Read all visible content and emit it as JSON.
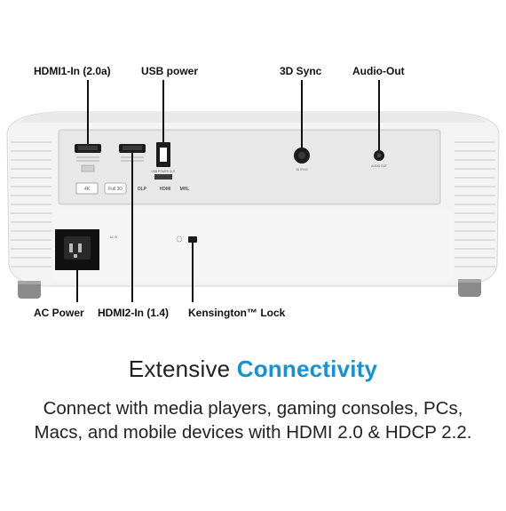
{
  "callouts": {
    "hdmi1": "HDMI1-In (2.0a)",
    "usb": "USB power",
    "sync3d": "3D Sync",
    "audio": "Audio-Out",
    "ac": "AC Power",
    "hdmi2": "HDMI2-In (1.4)",
    "kensington": "Kensington™ Lock"
  },
  "panel_marks": {
    "port_ac": "AC IN",
    "port_3d": "3D SYNC",
    "port_audio": "AUDIO OUT",
    "port_usb": "USB POWER OUT",
    "badge_4k": "4K",
    "badge_full3d": "Full 3D",
    "badge_dlp": "DLP",
    "badge_hdmi": "HDMI",
    "badge_mhl": "MHL"
  },
  "heading": {
    "plain": "Extensive ",
    "accent": "Connectivity"
  },
  "description": {
    "line1": "Connect with media players, gaming consoles, PCs,",
    "line2": "Macs, and mobile devices with HDMI 2.0 & HDCP 2.2."
  },
  "colors": {
    "accent": "#1592d2",
    "body": "#f2f2f2",
    "panel": "#e4e4e4"
  }
}
